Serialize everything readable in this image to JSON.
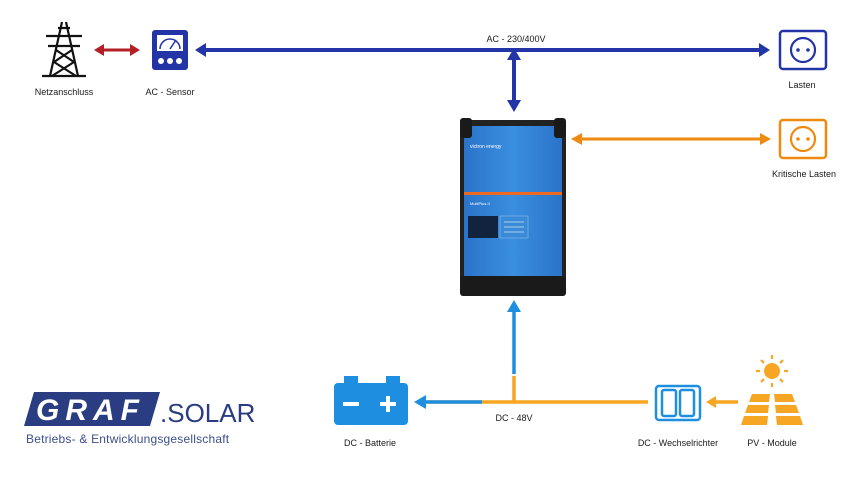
{
  "labels": {
    "grid": "Netzanschluss",
    "sensor": "AC - Sensor",
    "ac_bus": "AC - 230/400V",
    "loads": "Lasten",
    "critical_loads": "Kritische Lasten",
    "battery": "DC - Batterie",
    "dc_bus": "DC - 48V",
    "dc_converter": "DC - Wechselrichter",
    "pv": "PV - Module"
  },
  "inverter": {
    "brand": "victron energy",
    "model": "MultiPlus-II"
  },
  "logo": {
    "wordmark": "GRAF",
    "suffix": ".SOLAR",
    "tagline": "Betriebs- & Entwicklungsgesellschaft"
  },
  "colors": {
    "ac": "#2234a6",
    "dc": "#1e8fe0",
    "dc_pv": "#f6a623",
    "critical": "#ef8a10",
    "grid_link": "#b21f24",
    "inverter_body": "#2c7fd4"
  },
  "icons": [
    "pylon-icon",
    "sensor-icon",
    "socket-icon",
    "battery-icon",
    "dc-converter-icon",
    "sun-icon",
    "solar-panel-icon"
  ]
}
